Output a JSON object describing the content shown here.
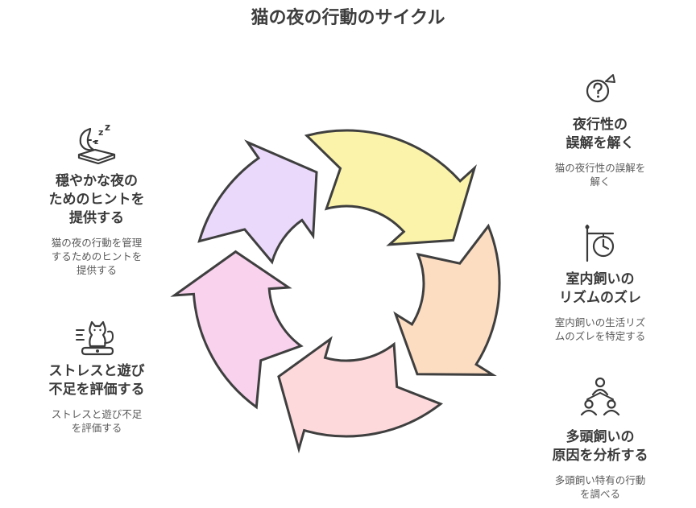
{
  "title": "猫の夜の行動のサイクル",
  "sections": {
    "misunderstanding": {
      "icon": "question-person-icon",
      "head": "夜行性の\n誤解を解く",
      "desc": "猫の夜行性の誤解を\n解く"
    },
    "indoor_rhythm": {
      "icon": "clock-sign-icon",
      "head": "室内飼いの\nリズムのズレ",
      "desc": "室内飼いの生活リズ\nムのズレを特定する"
    },
    "multi_cat": {
      "icon": "group-analysis-icon",
      "head": "多頭飼いの\n原因を分析する",
      "desc": "多頭飼い特有の行動\nを調べる"
    },
    "stress_play": {
      "icon": "cat-stress-icon",
      "head": "ストレスと遊び\n不足を評価する",
      "desc": "ストレスと遊び不足\nを評価する"
    },
    "calm_night": {
      "icon": "sleeping-face-icon",
      "head": "穏やかな夜の\nためのヒントを\n提供する",
      "desc": "猫の夜の行動を管理\nするためのヒントを\n提供する"
    }
  },
  "cycle_colors": {
    "yellow": "#fbf3a9",
    "peach": "#fdddc2",
    "pink": "#fdd9dc",
    "rose": "#f9d2ee",
    "lavender": "#ead9fb",
    "stroke": "#3f3f3f"
  }
}
